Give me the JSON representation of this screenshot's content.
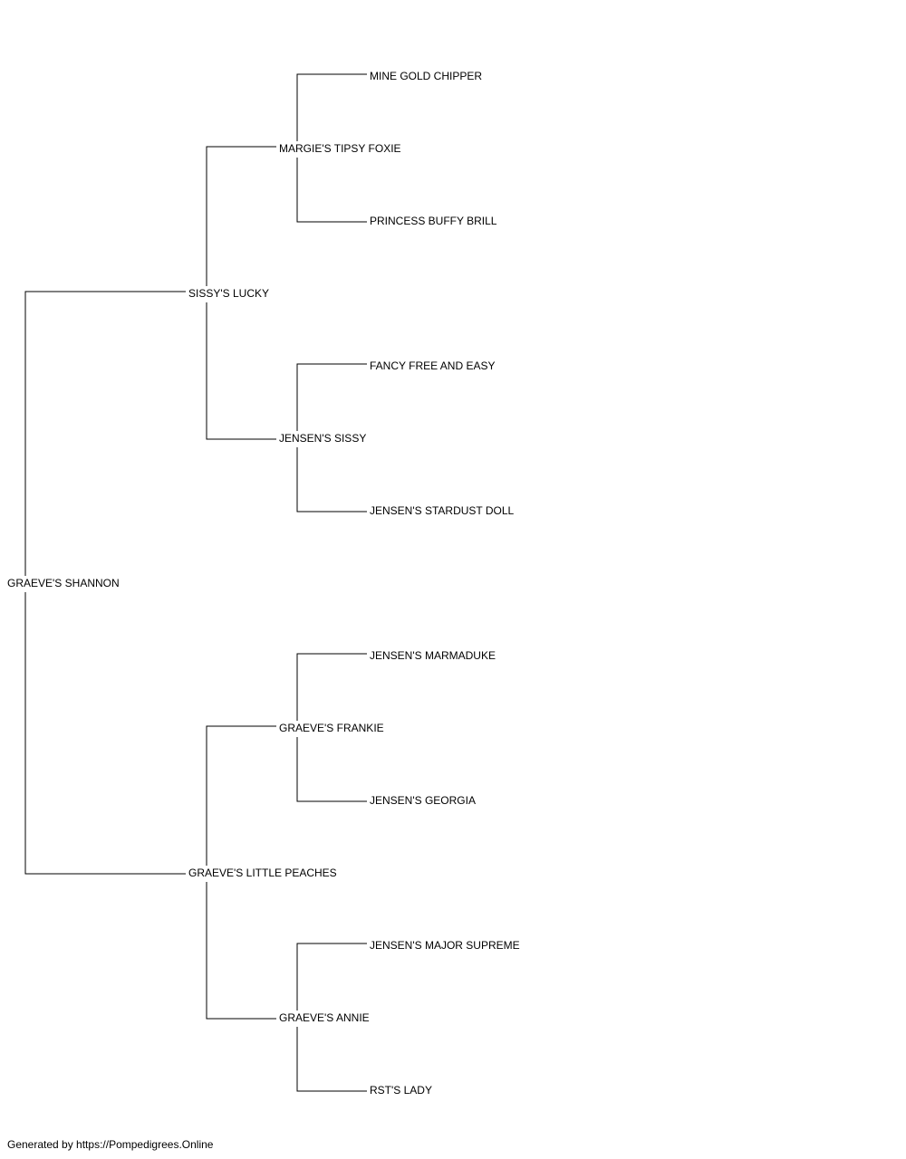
{
  "pedigree": {
    "subject": "GRAEVE'S SHANNON",
    "sire": "SISSY'S LUCKY",
    "dam": "GRAEVE'S LITTLE PEACHES",
    "sire_sire": "MARGIE'S TIPSY FOXIE",
    "sire_dam": "JENSEN'S SISSY",
    "dam_sire": "GRAEVE'S FRANKIE",
    "dam_dam": "GRAEVE'S ANNIE",
    "sire_sire_sire": "MINE GOLD CHIPPER",
    "sire_sire_dam": "PRINCESS BUFFY BRILL",
    "sire_dam_sire": "FANCY FREE AND EASY",
    "sire_dam_dam": "JENSEN'S STARDUST DOLL",
    "dam_sire_sire": "JENSEN'S MARMADUKE",
    "dam_sire_dam": "JENSEN'S GEORGIA",
    "dam_dam_sire": "JENSEN'S MAJOR SUPREME",
    "dam_dam_dam": "RST'S LADY"
  },
  "footer": {
    "text": "Generated by https://Pompedigrees.Online"
  }
}
